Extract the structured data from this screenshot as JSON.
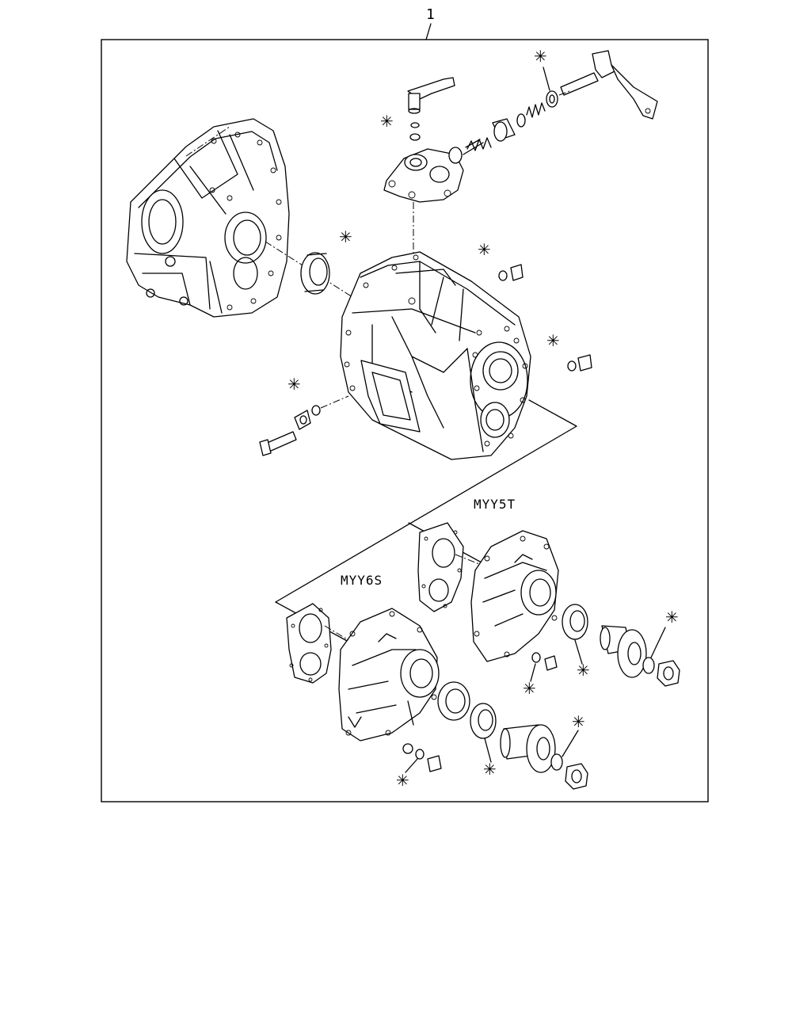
{
  "diagram": {
    "callout_number": "1",
    "variant_labels": {
      "myy5t": "MYY5T",
      "myy6s": "MYY6S"
    },
    "note_marker": "✳"
  }
}
